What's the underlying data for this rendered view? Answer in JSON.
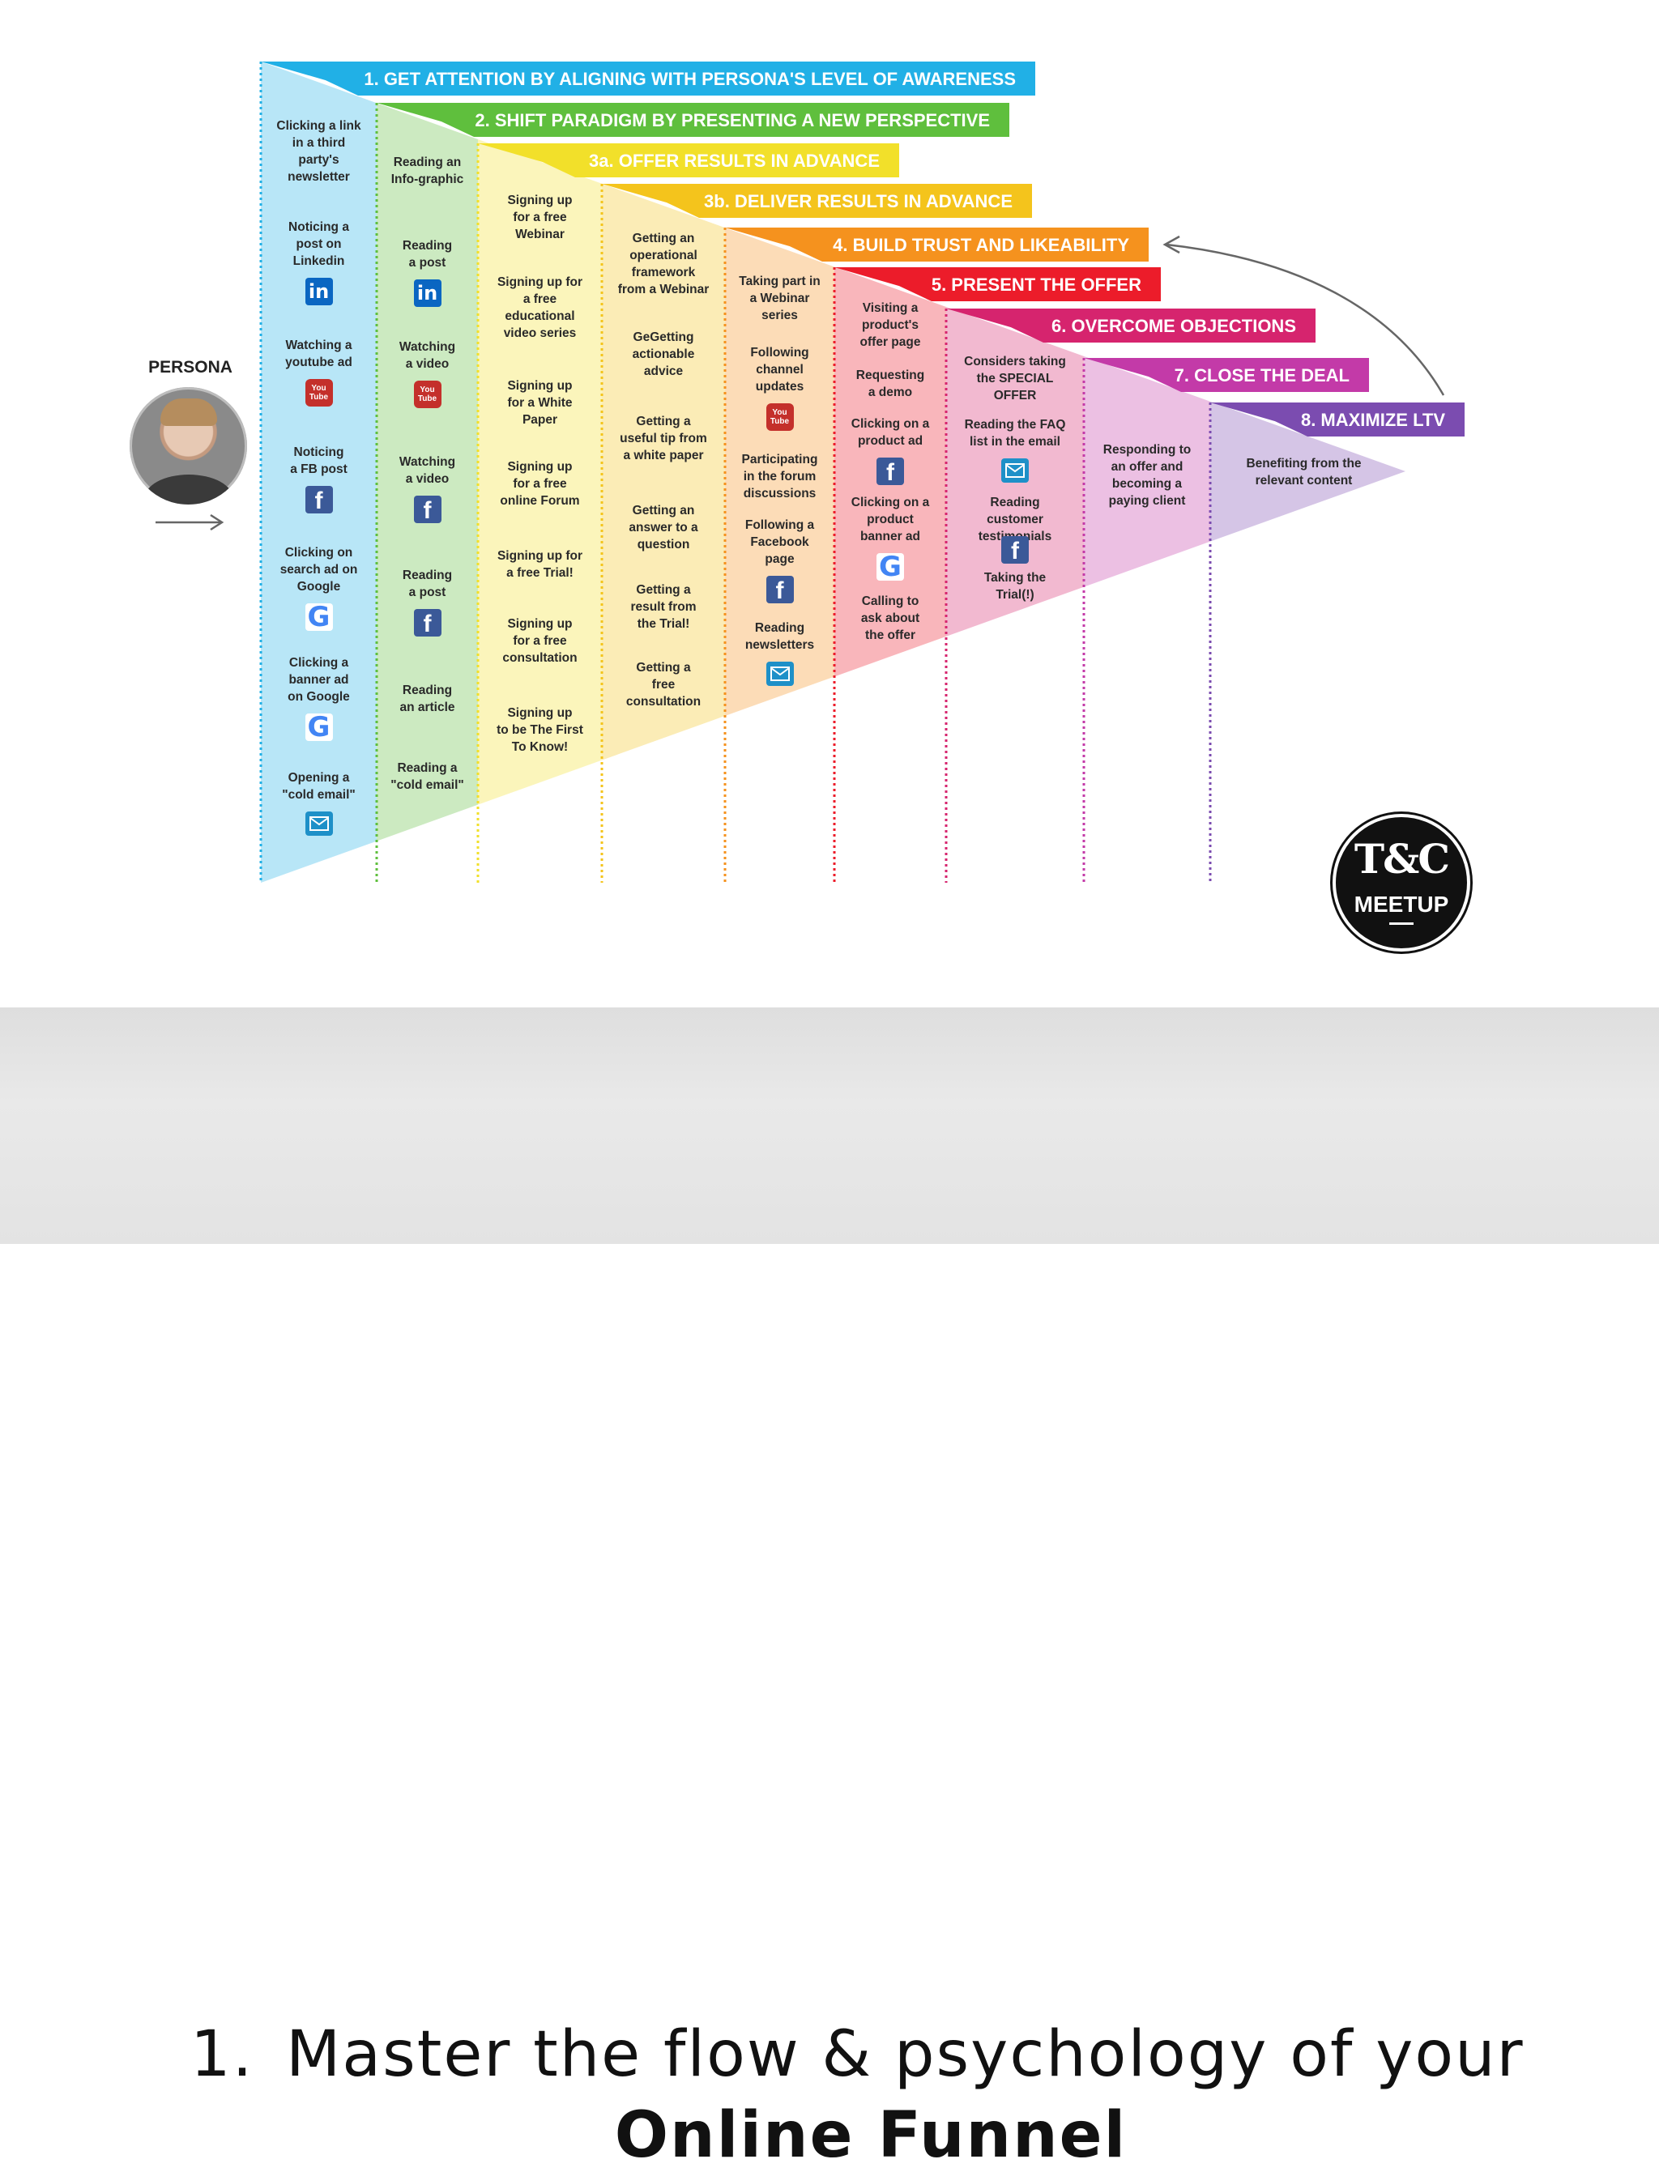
{
  "persona": {
    "label": "PERSONA"
  },
  "stages": [
    {
      "label": "1. GET ATTENTION BY ALIGNING WITH PERSONA'S LEVEL OF AWARENESS",
      "color": "#21b0e6"
    },
    {
      "label": "2. SHIFT PARADIGM BY PRESENTING A NEW PERSPECTIVE",
      "color": "#5fbf3d"
    },
    {
      "label": "3a. OFFER RESULTS IN ADVANCE",
      "color": "#f2e02a"
    },
    {
      "label": "3b. DELIVER RESULTS IN ADVANCE",
      "color": "#f4c41c"
    },
    {
      "label": "4. BUILD TRUST AND LIKEABILITY",
      "color": "#f5921e"
    },
    {
      "label": "5. PRESENT THE OFFER",
      "color": "#ec1c2a"
    },
    {
      "label": "6. OVERCOME OBJECTIONS",
      "color": "#d6246e"
    },
    {
      "label": "7. CLOSE THE DEAL",
      "color": "#c33aa8"
    },
    {
      "label": "8. MAXIMIZE LTV",
      "color": "#7b4cb0"
    }
  ],
  "columns": [
    {
      "items": [
        {
          "text": "Clicking a link\nin a third\nparty's\nnewsletter",
          "icon": ""
        },
        {
          "text": "Noticing a\npost on\nLinkedin",
          "icon": "linkedin-icon"
        },
        {
          "text": "Watching a\nyoutube ad",
          "icon": "youtube-icon"
        },
        {
          "text": "Noticing\na FB post",
          "icon": "facebook-icon"
        },
        {
          "text": "Clicking on\nsearch ad on\nGoogle",
          "icon": "google-icon"
        },
        {
          "text": "Clicking a\nbanner ad\non Google",
          "icon": "google-icon"
        },
        {
          "text": "Opening a\n\"cold email\"",
          "icon": "mail-icon"
        }
      ]
    },
    {
      "items": [
        {
          "text": "Reading an\nInfo-graphic",
          "icon": ""
        },
        {
          "text": "Reading\na post",
          "icon": "linkedin-icon"
        },
        {
          "text": "Watching\na video",
          "icon": "youtube-icon"
        },
        {
          "text": "Watching\na video",
          "icon": "facebook-icon"
        },
        {
          "text": "Reading\na post",
          "icon": "facebook-icon"
        },
        {
          "text": "Reading\nan article",
          "icon": ""
        },
        {
          "text": "Reading a\n\"cold email\"",
          "icon": ""
        }
      ]
    },
    {
      "items": [
        {
          "text": "Signing up\nfor a free\nWebinar",
          "icon": ""
        },
        {
          "text": "Signing up for\na free\neducational\nvideo series",
          "icon": ""
        },
        {
          "text": "Signing up\nfor a White\nPaper",
          "icon": ""
        },
        {
          "text": "Signing up\nfor a free\nonline Forum",
          "icon": ""
        },
        {
          "text": "Signing up for\na free Trial!",
          "icon": ""
        },
        {
          "text": "Signing up\nfor a free\nconsultation",
          "icon": ""
        },
        {
          "text": "Signing up\nto be The First\nTo Know!",
          "icon": ""
        }
      ]
    },
    {
      "items": [
        {
          "text": "Getting an\noperational\nframework\nfrom a Webinar",
          "icon": ""
        },
        {
          "text": "GeGetting\nactionable\nadvice",
          "icon": ""
        },
        {
          "text": "Getting a\nuseful tip from\na white paper",
          "icon": ""
        },
        {
          "text": "Getting an\nanswer to a\nquestion",
          "icon": ""
        },
        {
          "text": "Getting a\nresult from\nthe Trial!",
          "icon": ""
        },
        {
          "text": "Getting a\nfree\nconsultation",
          "icon": ""
        }
      ]
    },
    {
      "items": [
        {
          "text": "Taking part in\na Webinar\nseries",
          "icon": ""
        },
        {
          "text": "Following\nchannel\nupdates",
          "icon": "youtube-icon"
        },
        {
          "text": "Participating\nin the forum\ndiscussions",
          "icon": ""
        },
        {
          "text": "Following a\nFacebook\npage",
          "icon": "facebook-icon"
        },
        {
          "text": "Reading\nnewsletters",
          "icon": "mail-icon"
        }
      ]
    },
    {
      "items": [
        {
          "text": "Visiting a\nproduct's\noffer page",
          "icon": ""
        },
        {
          "text": "Requesting\na demo",
          "icon": ""
        },
        {
          "text": "Clicking on a\nproduct ad",
          "icon": "facebook-icon"
        },
        {
          "text": "Clicking on a\nproduct\nbanner ad",
          "icon": "google-icon"
        },
        {
          "text": "Calling to\nask about\nthe offer",
          "icon": ""
        }
      ]
    },
    {
      "items": [
        {
          "text": "Considers taking\nthe SPECIAL\nOFFER",
          "icon": ""
        },
        {
          "text": "Reading the FAQ\nlist in the email",
          "icon": "mail-icon"
        },
        {
          "text": "Reading customer\ntestimonials",
          "icon": "facebook-icon"
        },
        {
          "text": "Taking the\nTrial(!)",
          "icon": ""
        }
      ]
    },
    {
      "items": [
        {
          "text": "Responding to\nan offer and\nbecoming a\npaying client",
          "icon": ""
        }
      ]
    },
    {
      "items": [
        {
          "text": "Benefiting from the\nrelevant content",
          "icon": ""
        }
      ]
    }
  ],
  "icon_glyphs": {
    "linkedin": "in",
    "facebook": "f",
    "youtube_top": "You",
    "youtube_bottom": "Tube",
    "google": "G"
  },
  "logo": {
    "line1": "T&C",
    "line2": "MEETUP"
  },
  "title": {
    "number": "1.",
    "line1": "Master the flow & psychology of your",
    "line2": "Online Funnel"
  }
}
